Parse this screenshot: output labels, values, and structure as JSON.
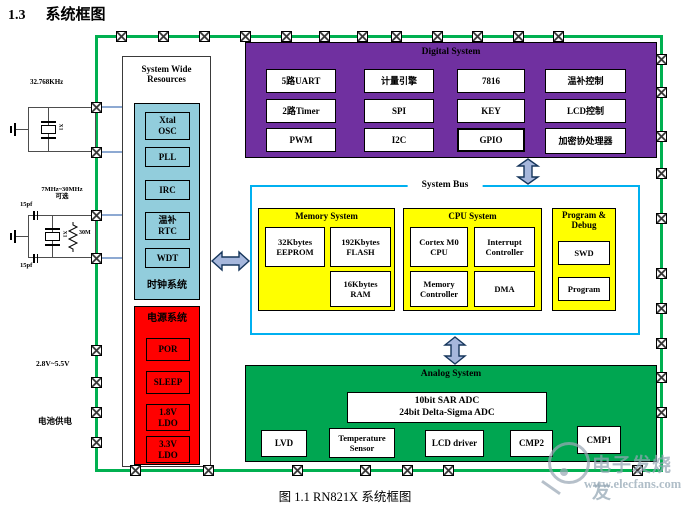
{
  "page": {
    "heading_number": "1.3",
    "heading_title": "系统框图",
    "caption": "图 1.1 RN821X  系统框图"
  },
  "colors": {
    "chip_border_green": "#00B050",
    "digital_bg_purple": "#7030A0",
    "clock_bg_cyan": "#92CDDC",
    "power_bg_red": "#FF0000",
    "module_bg_yellow": "#FFFF00",
    "analog_bg_green": "#00A651",
    "bus_border_cyan": "#00B0F0",
    "arrow_fill": "#A6B7DC",
    "arrow_stroke": "#16365C"
  },
  "left_annotations": {
    "xtal1_freq": "32.768KHz",
    "xtal1_ref": "X1",
    "xtal2_freq": "7MHz~30MHz\n可选",
    "xtal2_ref": "X1",
    "cap_top": "15pf",
    "cap_bottom": "15pf",
    "resistor_value": "30M",
    "supply_range": "2.8V~5.5V",
    "battery_label": "电池供电"
  },
  "system_wide_resources": {
    "title": "System Wide\nResources",
    "clock_system": {
      "label": "时钟系统",
      "items": [
        "Xtal\nOSC",
        "PLL",
        "IRC",
        "温补\nRTC",
        "WDT"
      ]
    },
    "power_system": {
      "label": "电源系统",
      "items": [
        "POR",
        "SLEEP",
        "1.8V\nLDO",
        "3.3V\nLDO"
      ]
    }
  },
  "digital_system": {
    "title": "Digital System",
    "items": [
      "5路UART",
      "计量引擎",
      "7816",
      "温补控制",
      "2路Timer",
      "SPI",
      "KEY",
      "LCD控制",
      "PWM",
      "I2C",
      "GPIO",
      "加密协处理器"
    ]
  },
  "system_bus": {
    "title": "System Bus",
    "memory_system": {
      "title": "Memory System",
      "items": [
        "32Kbytes\nEEPROM",
        "192Kbytes\nFLASH",
        "16Kbytes\nRAM"
      ]
    },
    "cpu_system": {
      "title": "CPU System",
      "items": [
        "Cortex M0\nCPU",
        "Interrupt\nController",
        "Memory\nController",
        "DMA"
      ]
    },
    "program_debug": {
      "title": "Program &\nDebug",
      "items": [
        "SWD",
        "Program"
      ]
    }
  },
  "analog_system": {
    "title": "Analog System",
    "adc": "10bit SAR ADC\n24bit Delta-Sigma ADC",
    "items": [
      "LVD",
      "Temperature\nSensor",
      "LCD  driver",
      "CMP2",
      "CMP1"
    ]
  },
  "watermark": {
    "brand": "电子发烧友",
    "url": "www.elecfans.com"
  }
}
